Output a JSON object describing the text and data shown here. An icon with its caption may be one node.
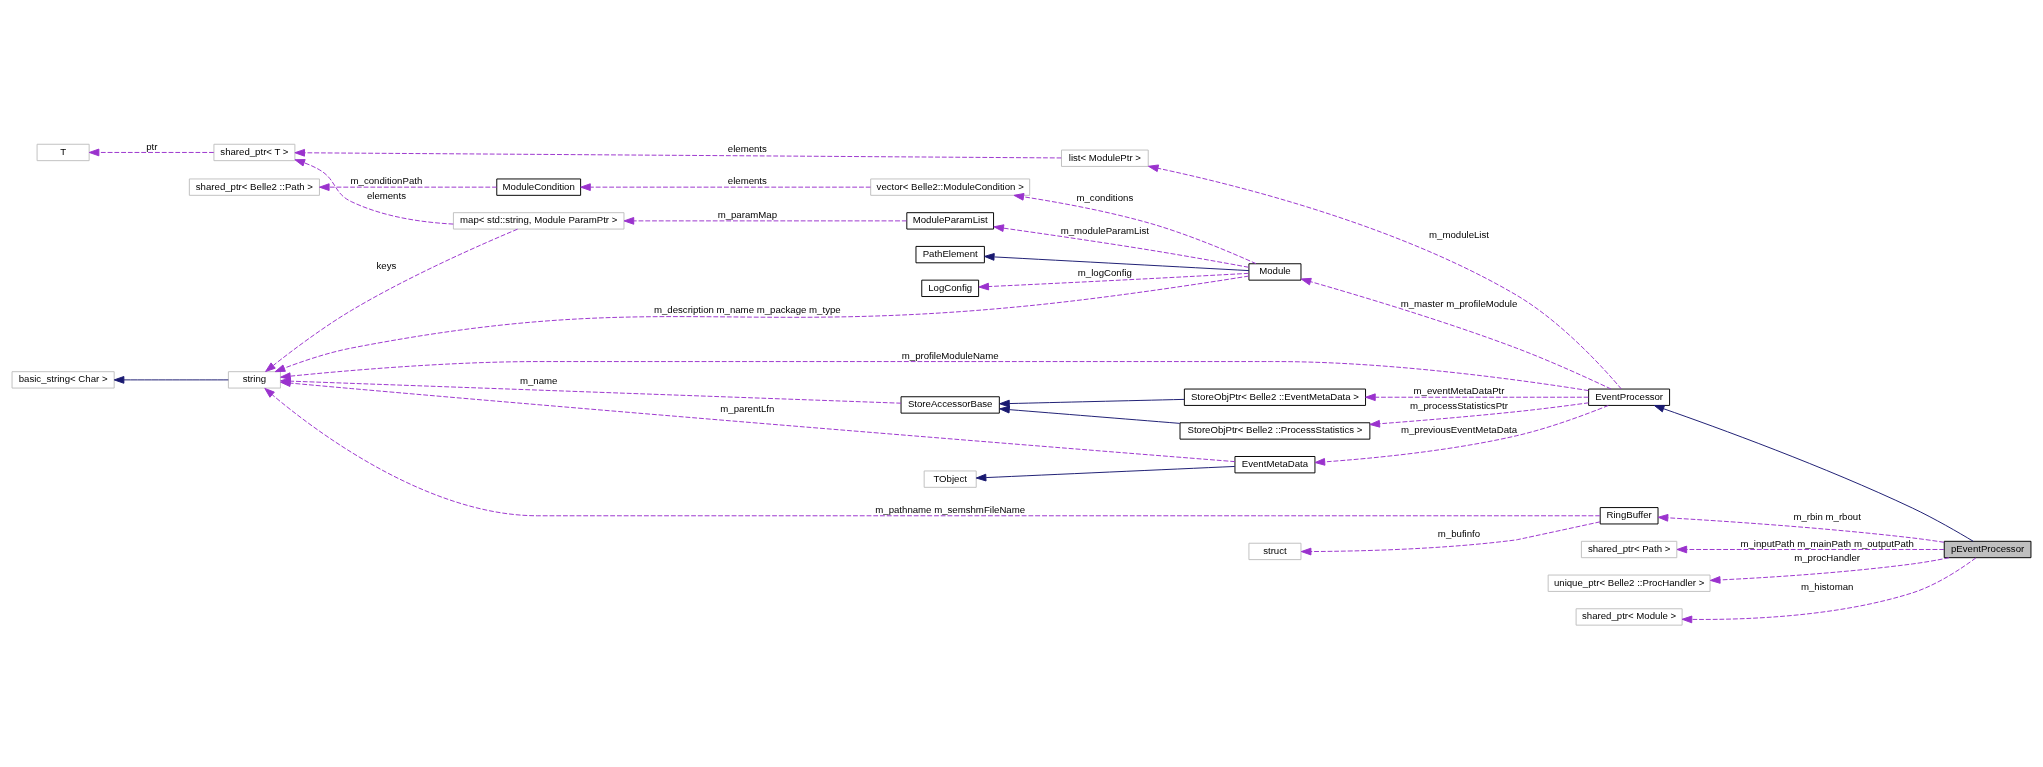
{
  "diagram": {
    "nodes": [
      {
        "text": [
          "T"
        ]
      },
      {
        "text": [
          "shared_ptr< T >"
        ]
      },
      {
        "text": [
          "list< ModulePtr >"
        ]
      },
      {
        "text": [
          "ModuleCondition"
        ]
      },
      {
        "text": [
          "vector< Belle2::ModuleCondition >"
        ]
      },
      {
        "text": [
          "shared_ptr< Belle2 ::Path >"
        ]
      },
      {
        "text": [
          "map< std::string, Module ParamPtr >"
        ]
      },
      {
        "text": [
          "ModuleParamList"
        ]
      },
      {
        "text": [
          "PathElement"
        ]
      },
      {
        "text": [
          "LogConfig"
        ]
      },
      {
        "text": [
          "Module"
        ]
      },
      {
        "text": [
          "basic_string< Char >"
        ]
      },
      {
        "text": [
          "string"
        ]
      },
      {
        "text": [
          "StoreAccessorBase"
        ]
      },
      {
        "text": [
          "StoreObjPtr< Belle2 ::EventMetaData >"
        ]
      },
      {
        "text": [
          "EventProcessor"
        ]
      },
      {
        "text": [
          "StoreObjPtr< Belle2 ::ProcessStatistics >"
        ]
      },
      {
        "text": [
          "TObject"
        ]
      },
      {
        "text": [
          "EventMetaData"
        ]
      },
      {
        "text": [
          "struct"
        ]
      },
      {
        "text": [
          "RingBuffer"
        ]
      },
      {
        "text": [
          "shared_ptr< Path >"
        ]
      },
      {
        "text": [
          "pEventProcessor"
        ]
      },
      {
        "text": [
          "unique_ptr< Belle2 ::ProcHandler >"
        ]
      },
      {
        "text": [
          "shared_ptr< Module >"
        ]
      }
    ],
    "edges": [
      {
        "from": 1,
        "to": 0,
        "arrow": "to",
        "label": "ptr",
        "style": "dashed"
      },
      {
        "from": 2,
        "to": 1,
        "arrow": "to",
        "label": "elements",
        "style": "dashed"
      },
      {
        "from": 6,
        "to": 1,
        "arrow": "to",
        "label": "elements",
        "style": "dashed"
      },
      {
        "from": 4,
        "to": 3,
        "arrow": "to",
        "label": "elements",
        "style": "dashed"
      },
      {
        "from": 3,
        "to": 5,
        "arrow": "to",
        "label": "m_conditionPath",
        "style": "dashed"
      },
      {
        "from": 7,
        "to": 6,
        "arrow": "to",
        "label": "m_paramMap",
        "style": "dashed"
      },
      {
        "from": 6,
        "to": 12,
        "arrow": "to",
        "label": "keys",
        "style": "dashed"
      },
      {
        "from": 10,
        "to": 4,
        "arrow": "to",
        "label": "m_conditions",
        "style": "dashed"
      },
      {
        "from": 10,
        "to": 7,
        "arrow": "to",
        "label": "m_moduleParamList",
        "style": "dashed"
      },
      {
        "from": 10,
        "to": 8,
        "arrow": "to",
        "color": "#191970"
      },
      {
        "from": 10,
        "to": 9,
        "arrow": "to",
        "label": "m_logConfig",
        "style": "dashed"
      },
      {
        "from": 10,
        "to": 12,
        "arrow": "to",
        "label": "m_description m_name m_package m_type",
        "style": "dashed"
      },
      {
        "from": 15,
        "to": 2,
        "arrow": "to",
        "label": "m_moduleList",
        "style": "dashed"
      },
      {
        "from": 15,
        "to": 10,
        "arrow": "to",
        "label": "m_master m_profileModule",
        "style": "dashed"
      },
      {
        "from": 15,
        "to": 12,
        "arrow": "to",
        "label": "m_profileModuleName",
        "style": "dashed"
      },
      {
        "from": 12,
        "to": 11,
        "arrow": "to",
        "color": "#191970"
      },
      {
        "from": 13,
        "to": 12,
        "arrow": "to",
        "label": "m_name",
        "style": "dashed"
      },
      {
        "from": 14,
        "to": 13,
        "arrow": "to",
        "color": "#191970"
      },
      {
        "from": 16,
        "to": 13,
        "arrow": "to",
        "color": "#191970"
      },
      {
        "from": 15,
        "to": 14,
        "arrow": "to",
        "label": "m_eventMetaDataPtr",
        "style": "dashed"
      },
      {
        "from": 15,
        "to": 16,
        "arrow": "to",
        "label": "m_processStatisticsPtr",
        "style": "dashed"
      },
      {
        "from": 15,
        "to": 18,
        "arrow": "to",
        "label": "m_previousEventMetaData",
        "style": "dashed"
      },
      {
        "from": 18,
        "to": 12,
        "arrow": "to",
        "label": "m_parentLfn",
        "style": "dashed"
      },
      {
        "from": 18,
        "to": 17,
        "arrow": "to",
        "color": "#191970"
      },
      {
        "from": 20,
        "to": 12,
        "arrow": "to",
        "label": "m_pathname m_semshmFileName",
        "style": "dashed"
      },
      {
        "from": 20,
        "to": 19,
        "arrow": "to",
        "label": "m_bufinfo",
        "style": "dashed"
      },
      {
        "from": 22,
        "to": 15,
        "arrow": "to",
        "color": "#191970"
      },
      {
        "from": 22,
        "to": 20,
        "arrow": "to",
        "label": "m_rbin m_rbout",
        "style": "dashed"
      },
      {
        "from": 22,
        "to": 21,
        "arrow": "to",
        "label": "m_inputPath m_mainPath m_outputPath",
        "style": "dashed"
      },
      {
        "from": 22,
        "to": 23,
        "arrow": "to",
        "label": "m_procHandler",
        "style": "dashed"
      },
      {
        "from": 22,
        "to": 24,
        "arrow": "to",
        "label": "m_histoman",
        "style": "dashed"
      }
    ]
  }
}
